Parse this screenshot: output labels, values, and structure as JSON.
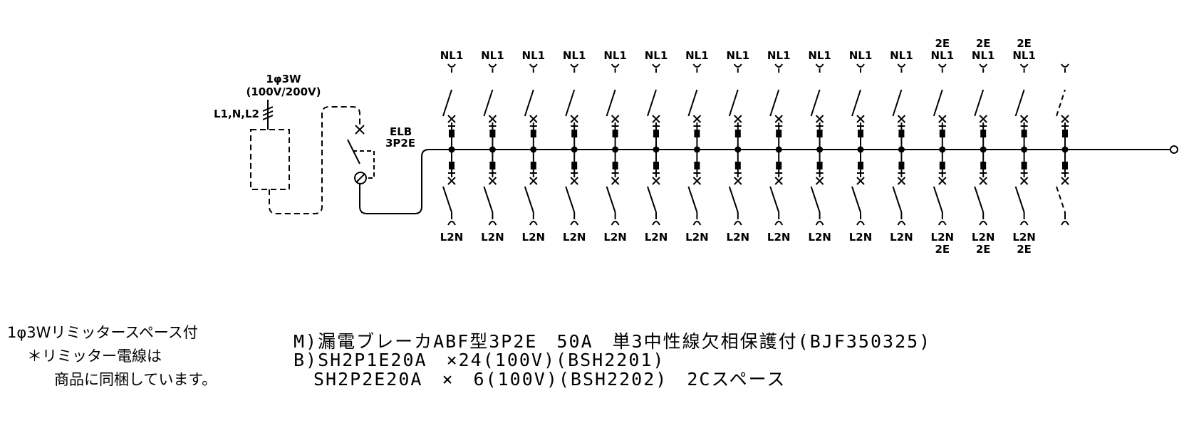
{
  "supply": {
    "phase_label": "1φ3W",
    "voltage_label": "(100V/200V)",
    "wires_label": "L1,N,L2"
  },
  "main_breaker": {
    "label_line1": "ELB",
    "label_line2": "3P2E"
  },
  "branches": {
    "top": [
      [
        "NL1"
      ],
      [
        "NL1"
      ],
      [
        "NL1"
      ],
      [
        "NL1"
      ],
      [
        "NL1"
      ],
      [
        "NL1"
      ],
      [
        "NL1"
      ],
      [
        "NL1"
      ],
      [
        "NL1"
      ],
      [
        "NL1"
      ],
      [
        "NL1"
      ],
      [
        "NL1"
      ],
      [
        "2E",
        "NL1"
      ],
      [
        "2E",
        "NL1"
      ],
      [
        "2E",
        "NL1"
      ]
    ],
    "bottom": [
      [
        "L2N"
      ],
      [
        "L2N"
      ],
      [
        "L2N"
      ],
      [
        "L2N"
      ],
      [
        "L2N"
      ],
      [
        "L2N"
      ],
      [
        "L2N"
      ],
      [
        "L2N"
      ],
      [
        "L2N"
      ],
      [
        "L2N"
      ],
      [
        "L2N"
      ],
      [
        "L2N"
      ],
      [
        "L2N",
        "2E"
      ],
      [
        "L2N",
        "2E"
      ],
      [
        "L2N",
        "2E"
      ]
    ],
    "spare_space_columns": 1
  },
  "notes": {
    "line1": "1φ3Wリミッタースペース付",
    "line2": "＊リミッター電線は",
    "line3": "商品に同梱しています。"
  },
  "spec": {
    "line1": "M)漏電ブレーカABF型3P2E　50A　単3中性線欠相保護付(BJF350325)",
    "line2": "B)SH2P1E20A　×24(100V)(BSH2201)",
    "line3": "SH2P2E20A　×　6(100V)(BSH2202)　2Cスペース"
  }
}
